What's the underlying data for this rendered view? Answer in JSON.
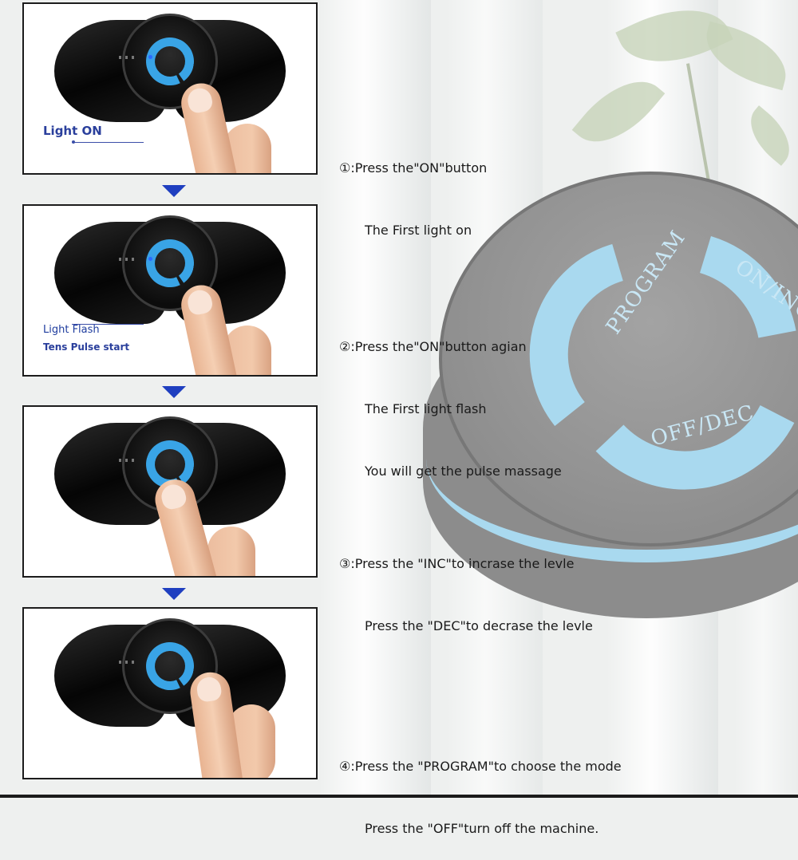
{
  "panels": [
    {
      "callout_lines": [
        "Light ON"
      ],
      "led": true
    },
    {
      "callout_lines": [
        "Light Flash",
        "Tens Pulse start"
      ],
      "led": true
    },
    {
      "callout_lines": [],
      "led": false
    },
    {
      "callout_lines": [],
      "led": false
    }
  ],
  "steps": [
    {
      "number": "①:",
      "lines": [
        "Press the\"ON\"button",
        "The First light on"
      ]
    },
    {
      "number": "②:",
      "lines": [
        "Press the\"ON\"button agian",
        "The First light flash",
        "You will get the pulse massage"
      ]
    },
    {
      "number": "③:",
      "lines": [
        "Press the \"INC\"to incrase the levle",
        "Press the \"DEC\"to decrase the levle"
      ]
    },
    {
      "number": "④:",
      "lines": [
        "Press the \"PROGRAM\"to choose the mode",
        "Press the \"OFF\"turn off the machine."
      ]
    }
  ],
  "big_device": {
    "segments": [
      "PROGRAM",
      "ON/INC",
      "OFF/DEC"
    ]
  },
  "colors": {
    "accent": "#39a4e6",
    "arrow": "#1f3fc0",
    "callout": "#2a3f9c"
  }
}
